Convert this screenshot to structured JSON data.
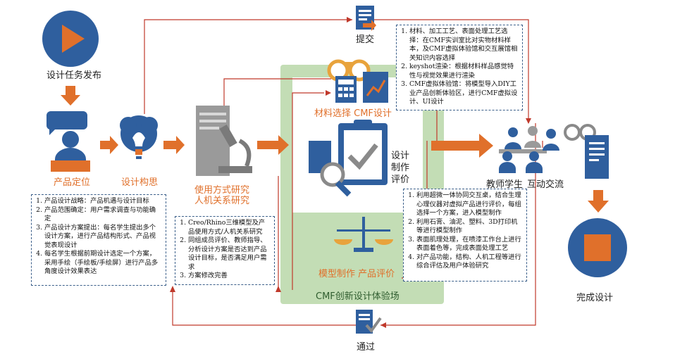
{
  "labels": {
    "task_release": "设计任务发布",
    "product_positioning": "产品定位",
    "design_concept": "设计构思",
    "usage_research_1": "使用方式研究",
    "usage_research_2": "人机关系研究",
    "submit": "提交",
    "material_cmf": "材料选择 CMF设计",
    "design_eval_1": "设计",
    "design_eval_2": "制作",
    "design_eval_3": "评价",
    "model_making": "模型制作 产品评价",
    "cmf_lab": "CMF创新设计体验场",
    "teacher_student": "教师学生",
    "interaction": "互动交流",
    "complete": "完成设计",
    "pass": "通过"
  },
  "notes": {
    "positioning": [
      "产品设计战略：产品机遇与设计目标",
      "产品范围确定：用户需求调查与功能确定",
      "产品设计方案提出：每名学生提出多个设计方案，进行产品结构形式、产品视觉表现设计",
      "每名学生根据前期设计选定一个方案，采用手绘（手绘板/手绘屏）进行产品多角度设计效果表达"
    ],
    "usage": [
      "Creo/Rhino三维模型及产品使用方式/人机关系研究",
      "同组成员评价、教师指导、分析设计方案是否达到产品设计目标，是否满足用户需求",
      "方案修改完善"
    ],
    "cmf": [
      "材料、加工工艺、表面处理工艺选择：在CMF实训室比对实物材料样本，及CMF虚拟体验馆和交互展馆相关知识内容选择",
      "keyshot渲染：根据材料样品感觉特性与视觉效果进行渲染",
      "CMF虚拟体验馆：将模型导入DIY工业产品创新体验区，进行CMF虚拟设计、UI设计"
    ],
    "model": [
      "利用超微一体协同交互桌，结合生理心理仪器对虚拟产品进行评价，每组选择一个方案，进入模型制作",
      "利用石膏、油泥、塑料、3D打印机等进行模型制作",
      "表面肌理处理，在喷漆工作台上进行表面着色等，完成表面处理工艺",
      "对产品功能，结构、人机工程等进行综合评估及用户体验研究"
    ]
  },
  "colors": {
    "blue": "#2f5f9e",
    "orange": "#e0702b",
    "green_bg": "#c3ddb5",
    "line_red": "#c0392b",
    "gold": "#e8a33c",
    "gray": "#8a8a8a"
  },
  "icons": [
    "play-icon",
    "presenter-icon",
    "brain-icon",
    "document-microscope-icon",
    "submit-doc-icon",
    "binoculars-icon",
    "calculator-icon",
    "chart-icon",
    "clipboard-check-icon",
    "magnifier-icon",
    "scale-icon",
    "people-icon",
    "approve-doc-icon",
    "stop-icon"
  ]
}
